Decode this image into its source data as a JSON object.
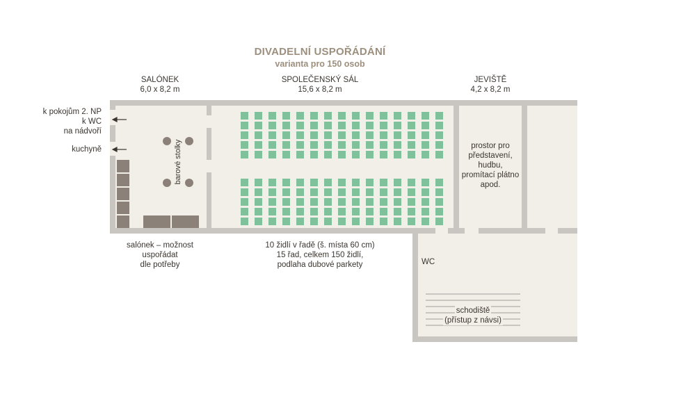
{
  "header": {
    "title": "DIVADELNÍ USPOŘÁDÁNÍ",
    "subtitle": "varianta pro 150 osob"
  },
  "rooms": {
    "salonek": {
      "name": "SALÓNEK",
      "size": "6,0 x 8,2 m"
    },
    "sal": {
      "name": "SPOLEČENSKÝ SÁL",
      "size": "15,6 x 8,2 m"
    },
    "jeviste": {
      "name": "JEVIŠTĚ",
      "size": "4,2 x 8,2 m"
    }
  },
  "side_labels": {
    "pokoje_line1": "k pokojům 2. NP",
    "pokoje_line2": "k WC",
    "pokoje_line3": "na nádvoří",
    "kuchyne": "kuchyně"
  },
  "plan_labels": {
    "barove_stolky": "barové stolky",
    "stage_line1": "prostor pro",
    "stage_line2": "představení,",
    "stage_line3": "hudbu,",
    "stage_line4": "promítací plátno",
    "stage_line5": "apod.",
    "wc": "WC",
    "stairs_line1": "schodiště",
    "stairs_line2": "(přístup z návsi)"
  },
  "notes": {
    "salonek_line1": "salónek – možnost",
    "salonek_line2": "uspořádat",
    "salonek_line3": "dle potřeby",
    "sal_line1": "10 židlí v řadě (š. místa 60 cm)",
    "sal_line2": "15 řad, celkem 150 židlí,",
    "sal_line3": "podlaha dubové parkety"
  },
  "seating": {
    "chairs_per_row": 10,
    "rows": 15,
    "total": 150
  },
  "colors": {
    "floor": "#f2efe9",
    "wall": "#c9c6c1",
    "furniture": "#8c8178",
    "chair": "#7fc19a",
    "title": "#9c8f7e"
  }
}
